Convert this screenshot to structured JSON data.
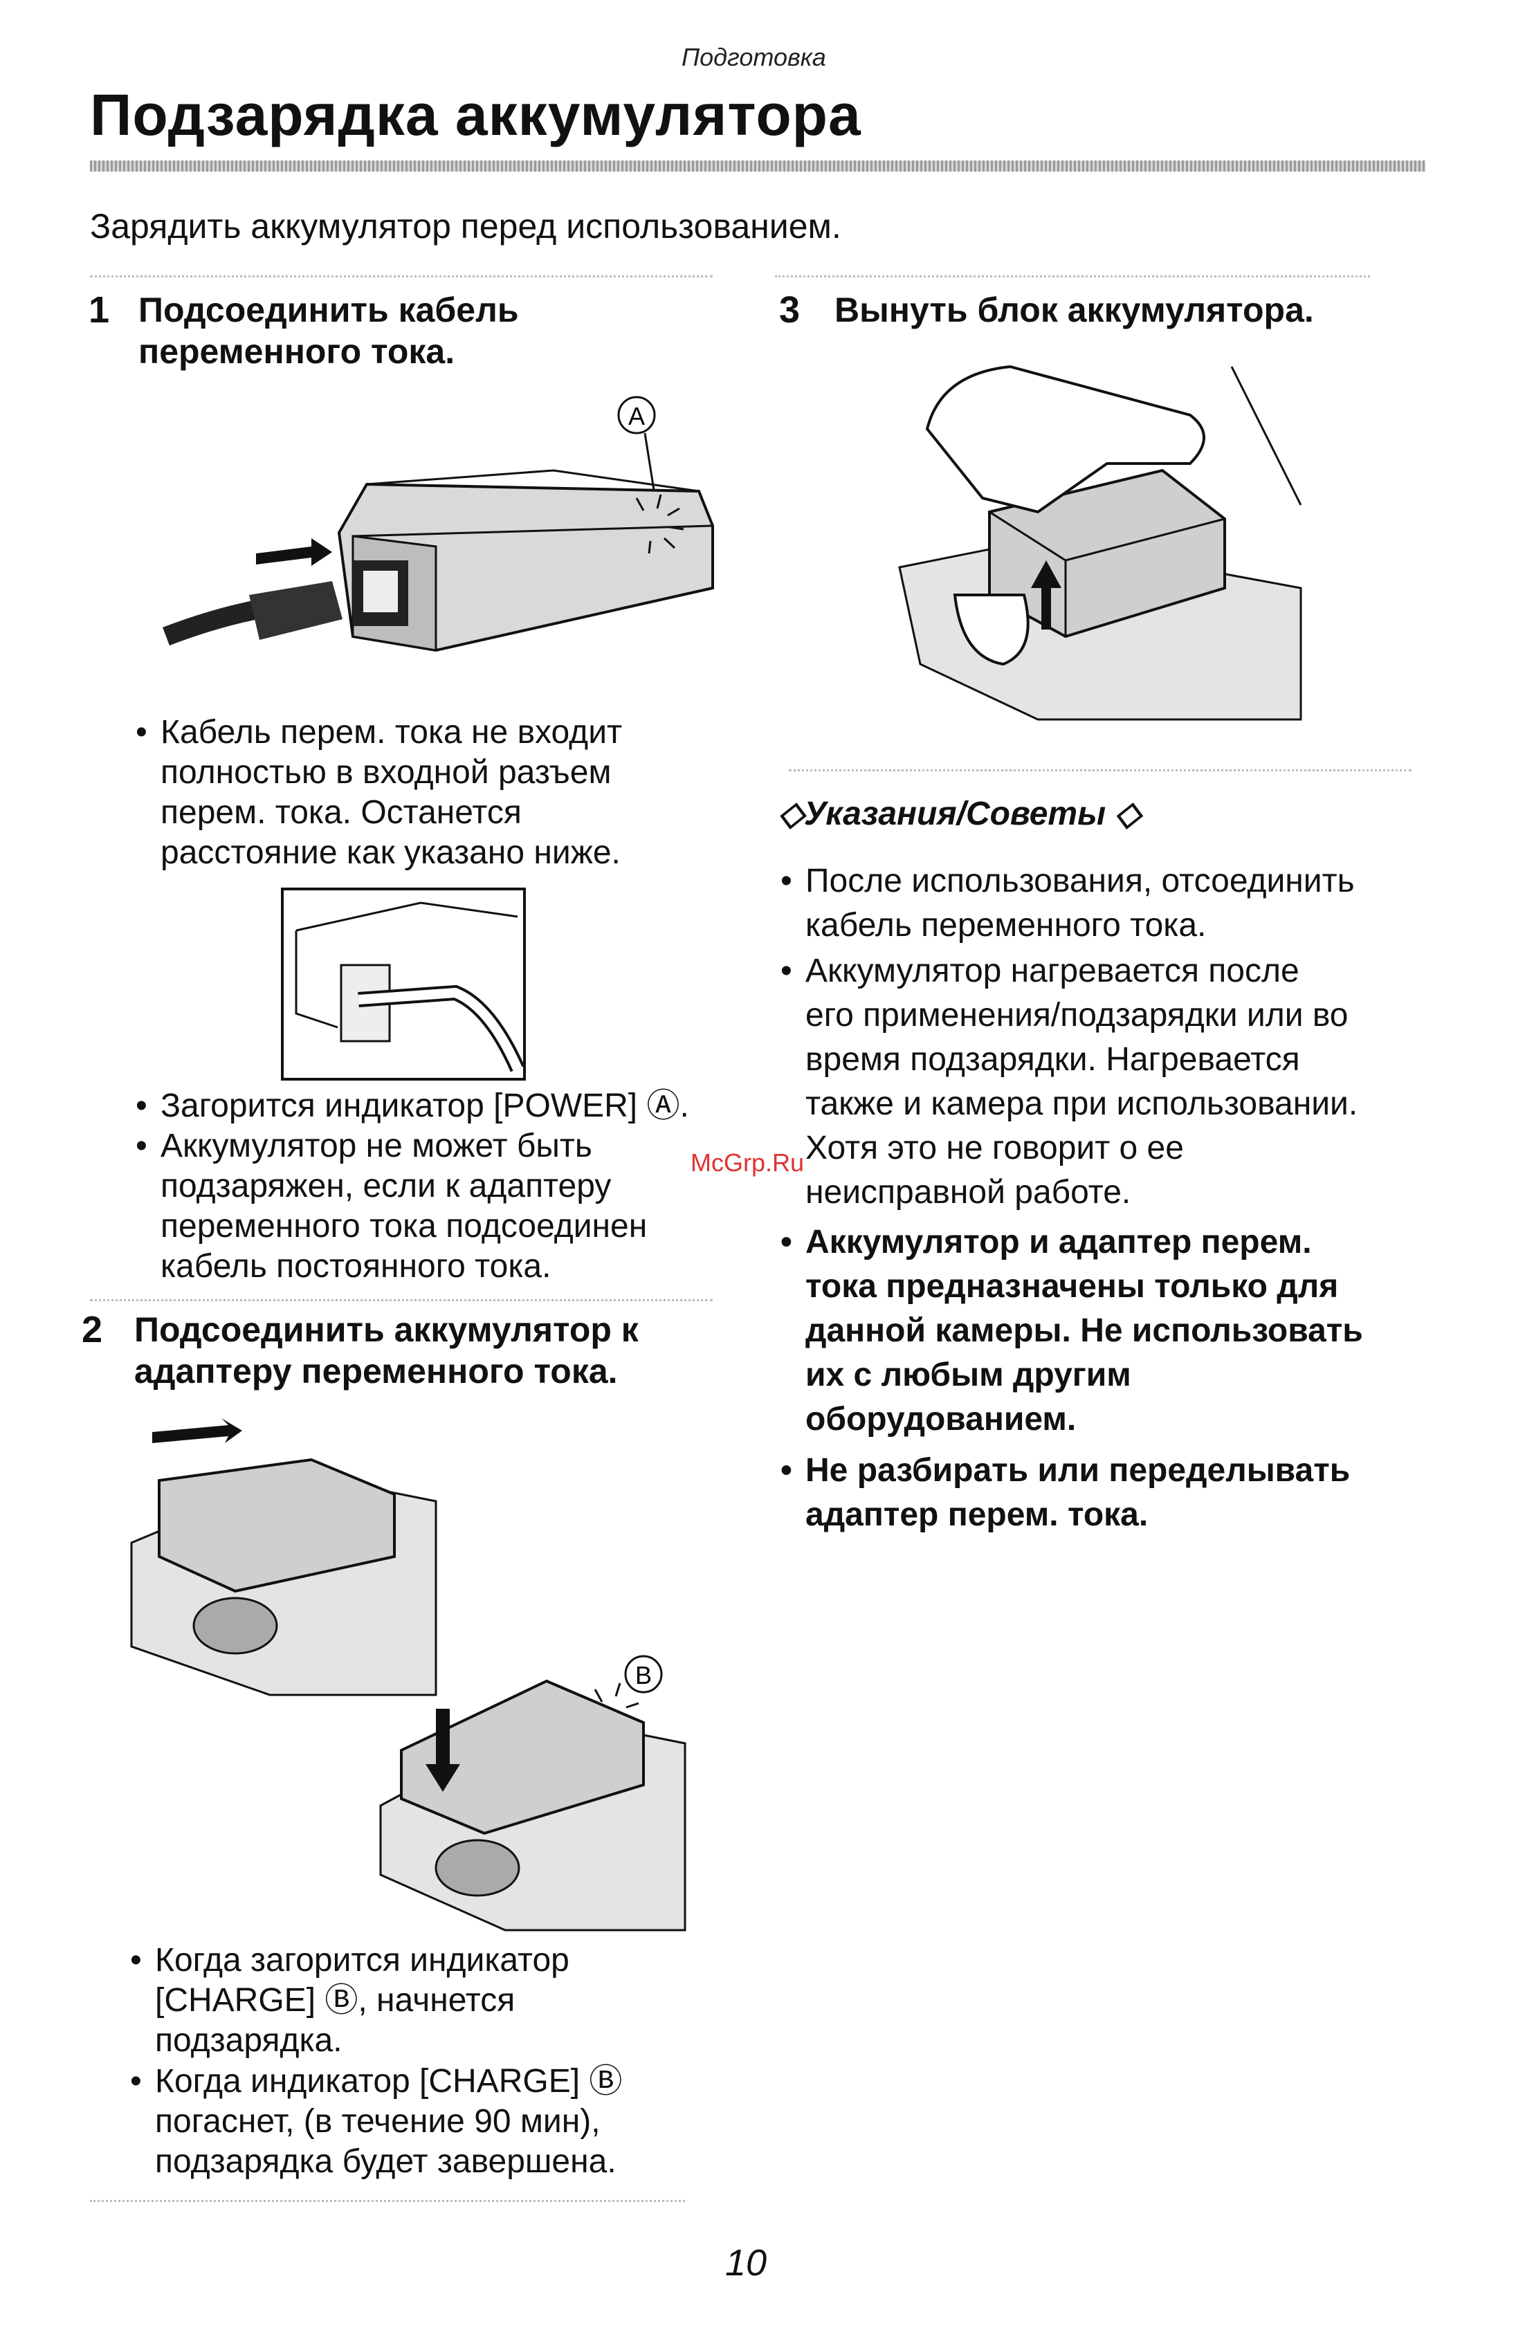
{
  "header": {
    "section": "Подготовка",
    "title": "Подзарядка аккумулятора"
  },
  "intro": "Зарядить аккумулятор перед использованием.",
  "step1": {
    "number": "1",
    "title_line1": "Подсоединить кабель",
    "title_line2": "переменного тока.",
    "marker": "A",
    "note1_lines": [
      "Кабель перем. тока не входит",
      "полностью в входной разъем",
      "перем. тока. Останется",
      "расстояние как указано ниже."
    ],
    "note2_lines": [
      "Загорится индикатор [POWER] Ⓐ."
    ],
    "note3_lines": [
      "Аккумулятор не может быть",
      "подзаряжен, если к адаптеру",
      "переменного тока подсоединен",
      "кабель постоянного тока."
    ]
  },
  "step2": {
    "number": "2",
    "title_line1": "Подсоединить аккумулятор к",
    "title_line2": "адаптеру переменного тока.",
    "marker": "B",
    "note1_lines": [
      "Когда загорится индикатор",
      "[CHARGE] Ⓑ, начнется",
      "подзарядка."
    ],
    "note2_lines": [
      "Когда индикатор [CHARGE] Ⓑ",
      "погаснет, (в течение 90 мин),",
      "подзарядка будет завершена."
    ]
  },
  "step3": {
    "number": "3",
    "title": "Вынуть блок аккумулятора."
  },
  "tips": {
    "title": "◇Указания/Советы ◇",
    "items": [
      {
        "lines": [
          "После использования, отсоединить",
          "кабель переменного тока."
        ],
        "bold": false
      },
      {
        "lines": [
          "Аккумулятор нагревается после",
          "его применения/подзарядки или во",
          "время подзарядки. Нагревается",
          "также и камера при использовании.",
          "Хотя это не говорит о ее",
          "неисправной работе."
        ],
        "bold": false
      },
      {
        "lines": [
          "Аккумулятор и адаптер перем.",
          "тока предназначены только для",
          "данной камеры. Не использовать",
          "их с любым другим",
          "оборудованием."
        ],
        "bold": true
      },
      {
        "lines": [
          "Не разбирать или переделывать",
          "адаптер перем. тока."
        ],
        "bold": true
      }
    ]
  },
  "watermark": "McGrp.Ru",
  "page_number": "10"
}
